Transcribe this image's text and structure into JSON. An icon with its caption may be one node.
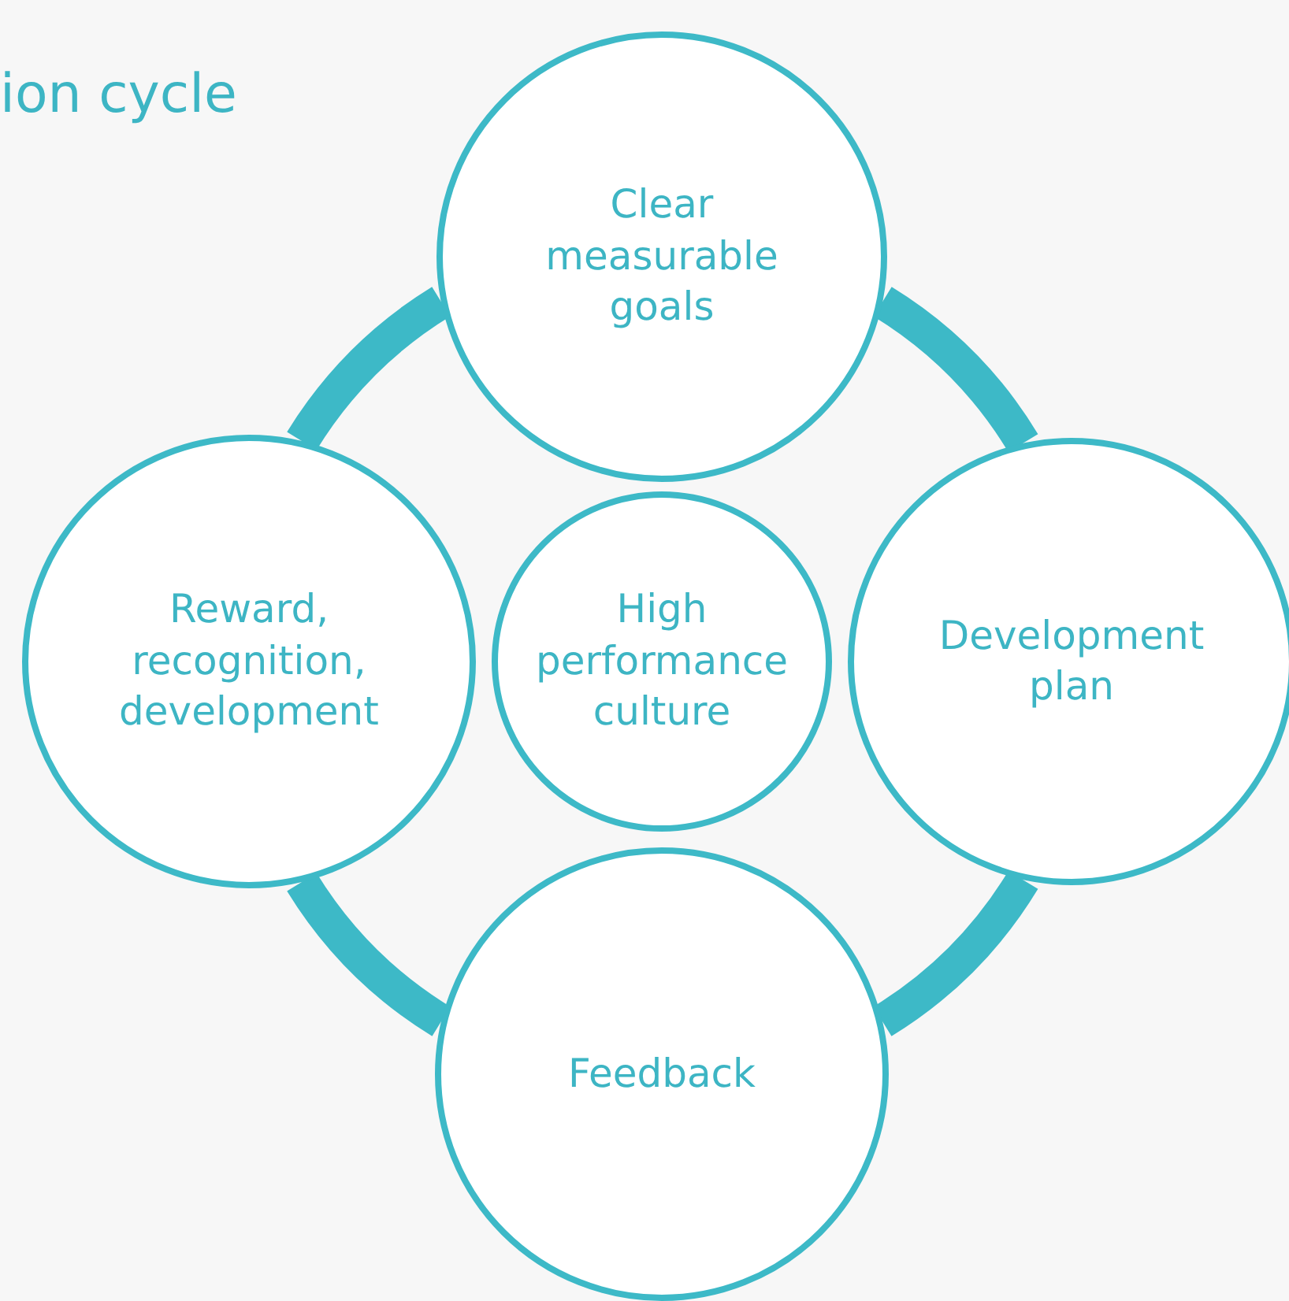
{
  "diagram": {
    "title": "ion cycle",
    "nodes": [
      {
        "text": [
          "Clear measurable goals"
        ]
      },
      {
        "text": [
          "Reward, recognition, development"
        ]
      },
      {
        "text": [
          "High performance culture"
        ]
      },
      {
        "text": [
          "Development plan"
        ]
      },
      {
        "text": [
          "Feedback"
        ]
      }
    ],
    "edges": [
      {
        "from": 0,
        "to": 3,
        "arrow": "none"
      },
      {
        "from": 3,
        "to": 4,
        "arrow": "none"
      },
      {
        "from": 4,
        "to": 1,
        "arrow": "none"
      },
      {
        "from": 1,
        "to": 0,
        "arrow": "none"
      }
    ]
  }
}
